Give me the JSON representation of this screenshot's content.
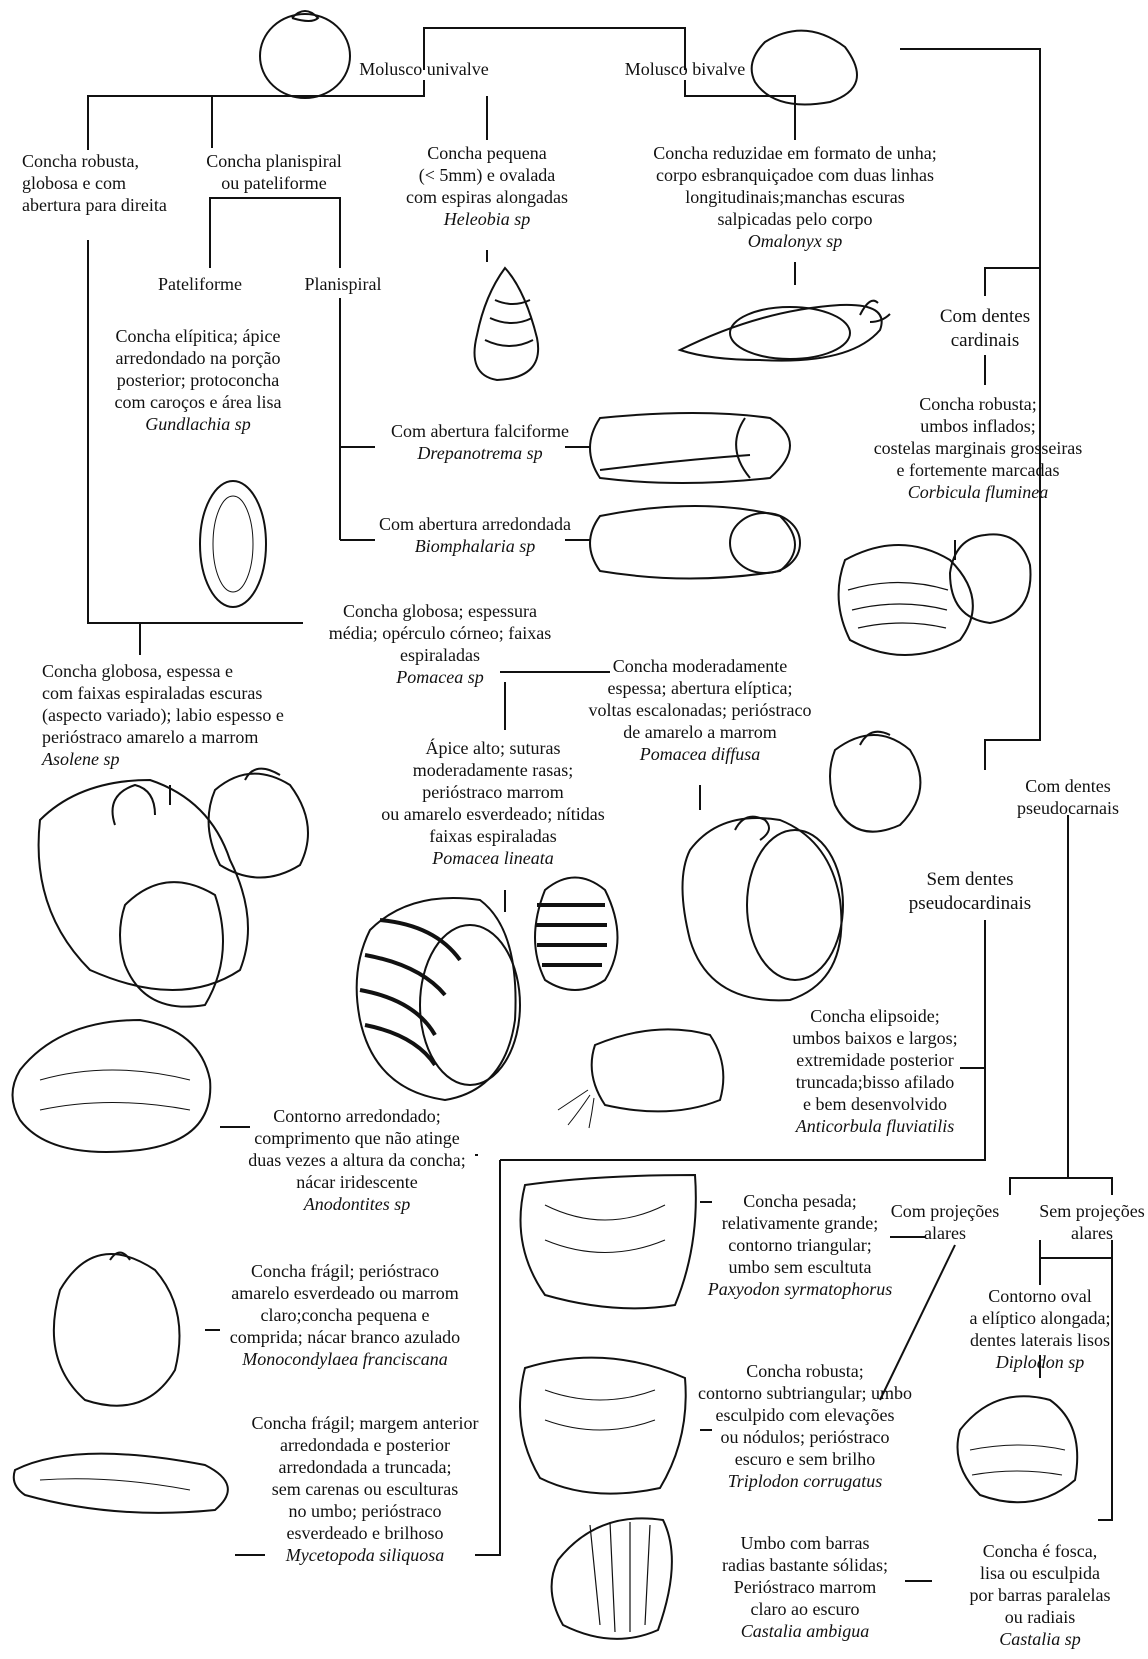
{
  "roots": {
    "univalve": "Molusco univalve",
    "bivalve": "Molusco bivalve"
  },
  "univalve": {
    "robusta": {
      "lines": [
        "Concha robusta,",
        "globosa e com",
        "abertura para direita"
      ]
    },
    "planispiral_group": {
      "lines": [
        "Concha planispiral",
        "ou pateliforme"
      ]
    },
    "pateliforme_label": "Pateliforme",
    "planispiral_label": "Planispiral",
    "gundlachia": {
      "lines": [
        "Concha elípitica; ápice",
        "arredondado na porção",
        "posterior; protoconcha",
        "com caroços e área lisa"
      ],
      "species": "Gundlachia sp"
    },
    "falciforme": {
      "lines": [
        "Com abertura falciforme"
      ],
      "species": "Drepanotrema sp"
    },
    "arredondada": {
      "lines": [
        "Com abertura arredondada"
      ],
      "species": "Biomphalaria sp"
    },
    "heleobia": {
      "lines": [
        "Concha pequena",
        "(< 5mm) e ovalada",
        "com espiras alongadas"
      ],
      "species": "Heleobia sp"
    },
    "omalonyx": {
      "lines": [
        "Concha reduzidae em formato de unha;",
        "corpo esbranquiçadoe com duas linhas",
        "longitudinais;manchas escuras",
        "salpicadas pelo corpo"
      ],
      "species": "Omalonyx sp"
    },
    "pomacea": {
      "lines": [
        "Concha  globosa; espessura",
        "média; opérculo córneo; faixas",
        "espiraladas"
      ],
      "species": "Pomacea sp"
    },
    "asolene": {
      "lines": [
        "Concha globosa, espessa e",
        "com faixas espiraladas escuras",
        "(aspecto variado); labio espesso e",
        "perióstraco amarelo a marrom"
      ],
      "species": "Asolene sp"
    },
    "diffusa": {
      "lines": [
        "Concha moderadamente",
        "espessa; abertura elíptica;",
        "voltas escalonadas; perióstraco",
        "de amarelo a marrom"
      ],
      "species": "Pomacea diffusa"
    },
    "lineata": {
      "lines": [
        "Ápice alto; suturas",
        "moderadamente rasas;",
        "perióstraco marrom",
        "ou amarelo esverdeado; nítidas",
        "faixas espiraladas"
      ],
      "species": "Pomacea lineata"
    }
  },
  "bivalve": {
    "cardinais": {
      "lines": [
        "Com dentes",
        "cardinais"
      ]
    },
    "corbicula": {
      "lines": [
        "Concha robusta;",
        "umbos inflados;",
        "costelas marginais grosseiras",
        "e fortemente marcadas"
      ],
      "species": "Corbicula fluminea"
    },
    "pseudocarnais": {
      "lines": [
        "Com dentes",
        "pseudocarnais"
      ]
    },
    "sem_pseudo": {
      "lines": [
        "Sem dentes",
        "pseudocardinais"
      ]
    },
    "anticorbula": {
      "lines": [
        "Concha elipsoide;",
        "umbos baixos e largos;",
        "extremidade posterior",
        "truncada;bisso afilado",
        "e bem desenvolvido"
      ],
      "species": "Anticorbula fluviatilis"
    },
    "anodontites": {
      "lines": [
        "Contorno arredondado;",
        "comprimento que não atinge",
        "duas vezes a altura da concha;",
        "nácar iridescente"
      ],
      "species": "Anodontites sp"
    },
    "monocondylaea": {
      "lines": [
        "Concha frágil; perióstraco",
        "amarelo esverdeado ou marrom",
        "claro;concha pequena e",
        "comprida; nácar branco azulado"
      ],
      "species": "Monocondylaea franciscana"
    },
    "mycetopoda": {
      "lines": [
        "Concha frágil; margem anterior",
        "arredondada e posterior",
        "arredondada a truncada;",
        "sem carenas ou esculturas",
        "no umbo; perióstraco",
        "esverdeado e brilhoso"
      ],
      "species": "Mycetopoda siliquosa"
    },
    "com_alares": {
      "lines": [
        "Com projeções",
        "alares"
      ]
    },
    "sem_alares": {
      "lines": [
        "Sem projeções",
        "alares"
      ]
    },
    "paxyodon": {
      "lines": [
        "Concha pesada;",
        "relativamente grande;",
        "contorno triangular;",
        "umbo sem escultuta"
      ],
      "species": "Paxyodon syrmatophorus"
    },
    "triplodon": {
      "lines": [
        "Concha robusta;",
        "contorno subtriangular; umbo",
        "esculpido com elevações",
        "ou nódulos; perióstraco",
        "escuro e sem brilho"
      ],
      "species": "Triplodon corrugatus"
    },
    "castalia_ambigua": {
      "lines": [
        "Umbo com barras",
        "radias bastante sólidas;",
        "Perióstraco marrom",
        "claro ao escuro"
      ],
      "species": "Castalia ambigua"
    },
    "diplodon": {
      "lines": [
        "Contorno oval",
        "a elíptico alongada;",
        "dentes laterais lisos"
      ],
      "species": "Diplodon sp"
    },
    "castalia": {
      "lines": [
        "Concha é fosca,",
        "lisa ou esculpida",
        "por barras paralelas",
        "ou radiais"
      ],
      "species": "Castalia sp"
    }
  }
}
